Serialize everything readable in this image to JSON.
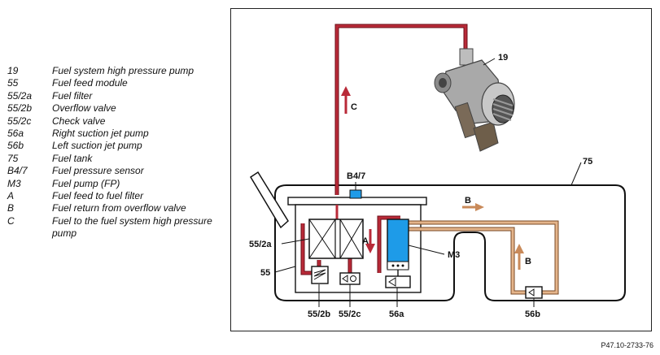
{
  "legend": [
    {
      "code": "19",
      "desc": "Fuel system high pressure pump"
    },
    {
      "code": "55",
      "desc": "Fuel feed module"
    },
    {
      "code": "55/2a",
      "desc": "Fuel filter"
    },
    {
      "code": "55/2b",
      "desc": "Overflow valve"
    },
    {
      "code": "55/2c",
      "desc": "Check valve"
    },
    {
      "code": "56a",
      "desc": "Right suction jet pump"
    },
    {
      "code": "56b",
      "desc": "Left suction jet pump"
    },
    {
      "code": "75",
      "desc": "Fuel tank"
    },
    {
      "code": "B4/7",
      "desc": "Fuel pressure sensor"
    },
    {
      "code": "M3",
      "desc": "Fuel pump (FP)"
    },
    {
      "code": "A",
      "desc": "Fuel feed to fuel filter"
    },
    {
      "code": "B",
      "desc": "Fuel return from overflow valve"
    },
    {
      "code": "C",
      "desc": "Fuel to the fuel system high pressure pump"
    }
  ],
  "diagram": {
    "labels": {
      "pump": "19",
      "tank": "75",
      "sensor": "B4/7",
      "filter": "55/2a",
      "module": "55",
      "fuel_pump": "M3",
      "overflow": "55/2b",
      "check": "55/2c",
      "jet_right": "56a",
      "jet_left": "56b",
      "flow_a": "A",
      "flow_b_top": "B",
      "flow_b_right": "B",
      "flow_c": "C"
    },
    "colors": {
      "feed_line": "#a11b2a",
      "return_line": "#c98a5a",
      "fuel_pump_fill": "#1e9be8"
    },
    "document_id": "P47.10-2733-76"
  }
}
